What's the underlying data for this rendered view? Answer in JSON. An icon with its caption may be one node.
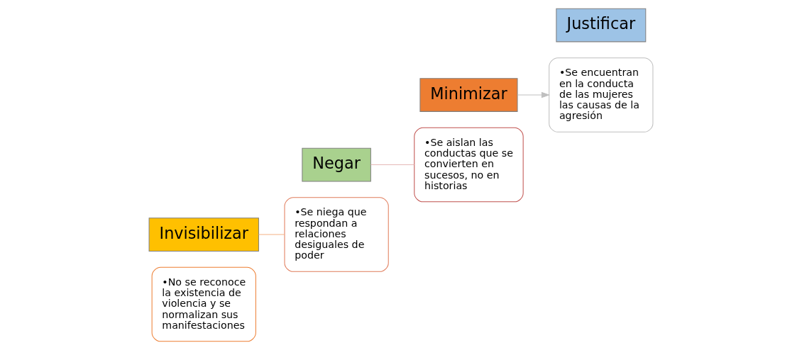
{
  "diagram": {
    "nodes": [
      {
        "text": [
          "•No se reconoce la existencia de violencia y se normalizan sus manifestaciones"
        ]
      },
      {
        "text": [
          "Invisibilizar"
        ]
      },
      {
        "text": [
          "•Se niega que respondan a relaciones desiguales de poder"
        ]
      },
      {
        "text": [
          "Negar"
        ]
      },
      {
        "text": [
          "•Se aislan las conductas que se convierten en sucesos, no en historias"
        ]
      },
      {
        "text": [
          "Minimizar"
        ]
      },
      {
        "text": [
          "•Se encuentran en la conducta de las mujeres las causas de la agresión"
        ]
      },
      {
        "text": [
          "Justificar"
        ]
      }
    ],
    "edges": [
      {
        "from": 1,
        "to": 2,
        "arrow": "none",
        "color": "#f4b183"
      },
      {
        "from": 3,
        "to": 4,
        "arrow": "none",
        "color": "#e6b9b8"
      },
      {
        "from": 5,
        "to": 6,
        "arrow": "to",
        "color": "#bfbfbf"
      }
    ]
  }
}
